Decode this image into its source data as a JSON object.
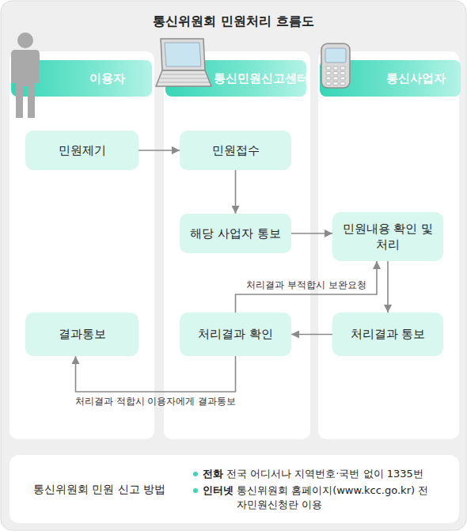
{
  "diagram": {
    "title": "통신위원회 민원처리 흐름도",
    "nodes": [
      {
        "text": [
          "이용자"
        ]
      },
      {
        "text": [
          "민원제기"
        ],
        "in": 0
      },
      {
        "text": [
          "결과통보"
        ],
        "in": 0
      },
      {
        "text": [
          "통신민원신고센터"
        ]
      },
      {
        "text": [
          "민원접수"
        ],
        "in": 3
      },
      {
        "text": [
          "해당 사업자 통보"
        ],
        "in": 3
      },
      {
        "text": [
          "처리결과 확인"
        ],
        "in": 3
      },
      {
        "text": [
          "통신사업자"
        ]
      },
      {
        "text": [
          "민원내용 확인 및 처리"
        ],
        "in": 7
      },
      {
        "text": [
          "처리결과 통보"
        ],
        "in": 7
      },
      {
        "text": [
          "통신위원회 민원 신고 방법",
          "전화",
          "전국 어디서나 지역번호·국번 없이 1335번",
          "인터넷",
          "통신위원회 홈페이지(www.kcc.go.kr) 전자민원신청란 이용"
        ]
      }
    ],
    "edges": [
      {
        "from": 1,
        "to": 4,
        "arrow": "to"
      },
      {
        "from": 4,
        "to": 5,
        "arrow": "to"
      },
      {
        "from": 5,
        "to": 8,
        "arrow": "to"
      },
      {
        "from": 8,
        "to": 9,
        "arrow": "to"
      },
      {
        "from": 9,
        "to": 6,
        "arrow": "to"
      },
      {
        "from": 6,
        "to": 8,
        "label": "처리결과 부적합시 보완요청",
        "arrow": "to"
      },
      {
        "from": 6,
        "to": 2,
        "label": "처리결과 적합시 이용자에게 결과통보",
        "arrow": "to"
      }
    ]
  }
}
